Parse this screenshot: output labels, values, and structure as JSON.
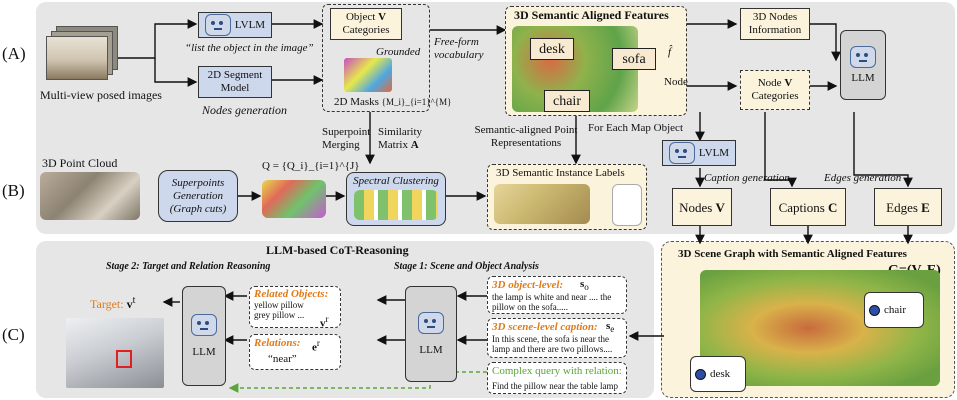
{
  "rows": {
    "a": "(A)",
    "b": "(B)",
    "c": "(C)"
  },
  "inputs": {
    "multiview_caption": "Multi-view posed images",
    "point_cloud_title": "3D Point  Cloud"
  },
  "lvlm_top": {
    "label": "LVLM",
    "prompt": "“list the object in the image”"
  },
  "segment": {
    "label": "2D Segment Model",
    "caption": "Nodes generation"
  },
  "object_categories": {
    "label": "Object",
    "symbol": "V",
    "label2": "Categories",
    "grounded": "Grounded"
  },
  "masks": {
    "label": "2D Masks",
    "formula": "{M_i}_{i=1}^{M}"
  },
  "free_form": "Free-form vocabulary",
  "semantic_features": {
    "title": "3D Semantic Aligned Features",
    "tags": [
      "desk",
      "sofa",
      "chair"
    ],
    "fhat": "f̂",
    "node": "Node",
    "foreach": "For Each Map Object"
  },
  "right_top": {
    "nodes_info": "3D Nodes Information",
    "node_categories_1": "Node",
    "node_symbol": "V",
    "node_categories_2": "Categories",
    "llm": "LLM"
  },
  "mid_labels": {
    "superpoint_merging": "Superpoint Merging",
    "similarity_matrix": "Similarity Matrix",
    "matrix_symbol": "A",
    "semantic_aligned": "Semantic-aligned Point Representations"
  },
  "row_b": {
    "superpoints": "Superpoints Generation (Graph cuts)",
    "q_formula": "Q = {Q_i}_{i=1}^{J}",
    "spectral": "Spectral Clustering",
    "instance_labels": "3D Semantic Instance Labels",
    "lvlm": "LVLM",
    "caption_generation": "Caption generation",
    "edges_generation": "Edges generation",
    "nodes": "Nodes",
    "nodes_symbol": "V",
    "captions": "Captions",
    "captions_symbol": "C",
    "edges": "Edges",
    "edges_symbol": "E"
  },
  "row_c": {
    "title": "LLM-based CoT-Reasoning",
    "stage2": "Stage 2: Target and Relation Reasoning",
    "stage1": "Stage 1: Scene and Object Analysis",
    "target": "Target:",
    "target_symbol": "v",
    "related_title": "Related Objects:",
    "related_text": "yellow pillow grey pillow ...",
    "related_symbol": "v",
    "relations_title": "Relations:",
    "relations_symbol": "e",
    "relations_text": "“near”",
    "llm_left": "LLM",
    "llm_right": "LLM",
    "obj_level_title": "3D object-level:",
    "obj_level_symbol": "s",
    "obj_level_text": "the lamp is white and near .... the pillow on the sofa.....",
    "scene_level_title": "3D scene-level caption:",
    "scene_level_symbol": "s",
    "scene_level_text": "In this scene, the sofa is near the lamp and there are two pillows....",
    "query_title": "Complex query with relation:",
    "query_text": "Find the pillow near the table lamp"
  },
  "scene_graph": {
    "title": "3D Scene Graph with Semantic Aligned Features",
    "formula": "G=(V, E)",
    "chair": "chair",
    "desk": "desk"
  },
  "colors": {
    "panel": "#e6e6e6",
    "cream": "#fbf3dc",
    "blue_box": "#cdd8ec",
    "orange": "#e07b1a",
    "green": "#5aa53a"
  }
}
